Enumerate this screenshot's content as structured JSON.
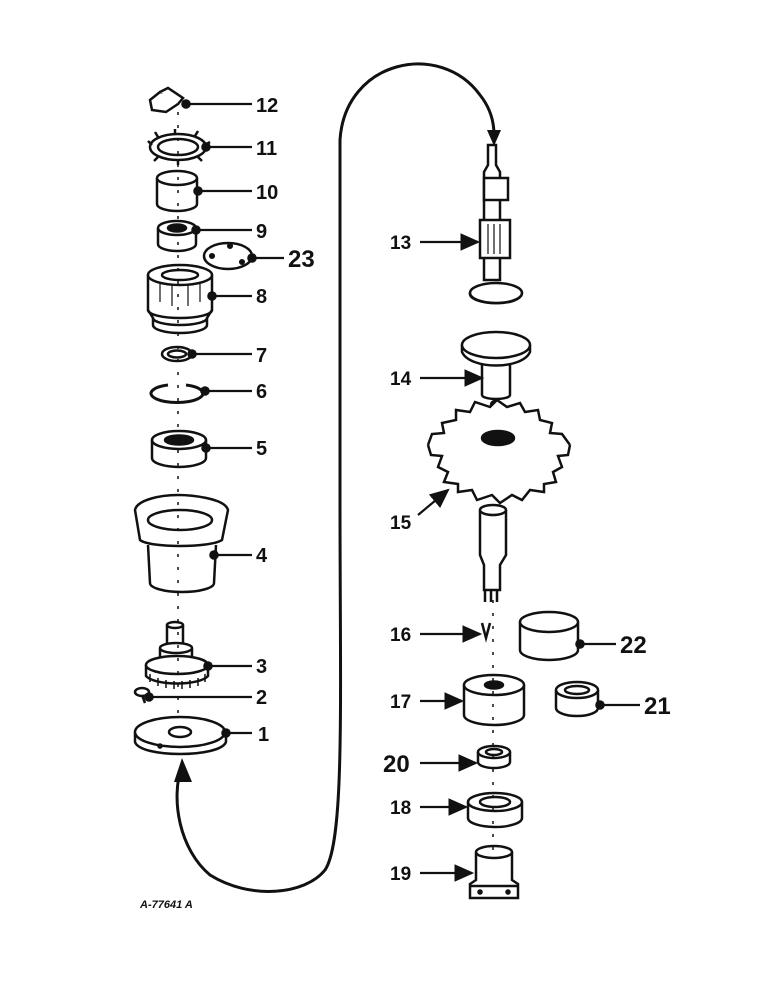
{
  "diagram": {
    "callouts": [
      {
        "id": "c12",
        "text": "12"
      },
      {
        "id": "c11",
        "text": "11"
      },
      {
        "id": "c10",
        "text": "10"
      },
      {
        "id": "c9",
        "text": "9"
      },
      {
        "id": "c23",
        "text": "23"
      },
      {
        "id": "c8",
        "text": "8"
      },
      {
        "id": "c7",
        "text": "7"
      },
      {
        "id": "c6",
        "text": "6"
      },
      {
        "id": "c5",
        "text": "5"
      },
      {
        "id": "c4",
        "text": "4"
      },
      {
        "id": "c3",
        "text": "3"
      },
      {
        "id": "c2",
        "text": "2"
      },
      {
        "id": "c1",
        "text": "1"
      },
      {
        "id": "c13",
        "text": "13"
      },
      {
        "id": "c14",
        "text": "14"
      },
      {
        "id": "c15",
        "text": "15"
      },
      {
        "id": "c16",
        "text": "16"
      },
      {
        "id": "c22",
        "text": "22"
      },
      {
        "id": "c17",
        "text": "17"
      },
      {
        "id": "c21",
        "text": "21"
      },
      {
        "id": "c20",
        "text": "20"
      },
      {
        "id": "c18",
        "text": "18"
      },
      {
        "id": "c19",
        "text": "19"
      }
    ],
    "drawing_code": "A-77641 A"
  }
}
